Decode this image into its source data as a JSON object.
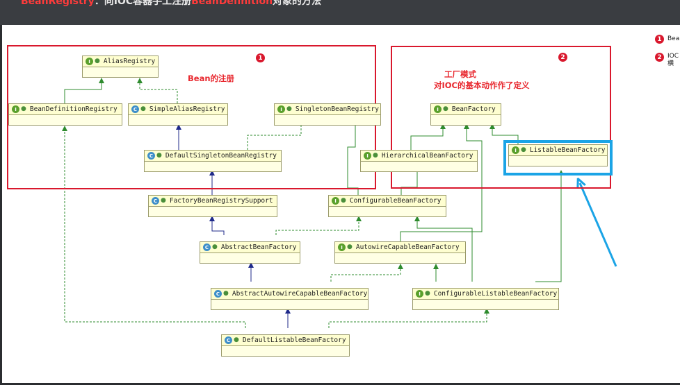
{
  "header": {
    "text_part1": "BeanRegistry",
    "text_part2": "：向IOC容器手工注册",
    "text_part3": "BeanDefinition",
    "text_part4": "对象的方法"
  },
  "colors": {
    "accent_red": "#d9182d",
    "highlight_blue": "#1ba4e6",
    "interface_icon": "#5aa02c",
    "class_icon": "#3d8ec9"
  },
  "icons": {
    "interface": "I",
    "class": "C",
    "visibility": "public-visibility-icon"
  },
  "groups": {
    "group1": {
      "badge": "1",
      "label": "Bean的注册"
    },
    "group2": {
      "badge": "2",
      "label_line1": "工厂模式",
      "label_line2": "对IOC的基本动作作了定义"
    }
  },
  "legend": [
    {
      "badge": "1",
      "text": "Bea"
    },
    {
      "badge": "2",
      "text_line1": "IOC",
      "text_line2": "横"
    }
  ],
  "nodes": {
    "alias_registry": {
      "kind": "I",
      "name": "AliasRegistry"
    },
    "bean_definition_registry": {
      "kind": "I",
      "name": "BeanDefinitionRegistry"
    },
    "simple_alias_registry": {
      "kind": "C",
      "name": "SimpleAliasRegistry"
    },
    "singleton_bean_registry": {
      "kind": "I",
      "name": "SingletonBeanRegistry"
    },
    "default_singleton_bean_registry": {
      "kind": "C",
      "name": "DefaultSingletonBeanRegistry"
    },
    "bean_factory": {
      "kind": "I",
      "name": "BeanFactory"
    },
    "hierarchical_bean_factory": {
      "kind": "I",
      "name": "HierarchicalBeanFactory"
    },
    "listable_bean_factory": {
      "kind": "I",
      "name": "ListableBeanFactory"
    },
    "factory_bean_registry_support": {
      "kind": "C",
      "name": "FactoryBeanRegistrySupport"
    },
    "configurable_bean_factory": {
      "kind": "I",
      "name": "ConfigurableBeanFactory"
    },
    "abstract_bean_factory": {
      "kind": "C",
      "name": "AbstractBeanFactory"
    },
    "autowire_capable_bean_factory": {
      "kind": "I",
      "name": "AutowireCapableBeanFactory"
    },
    "abstract_autowire_capable_bean_factory": {
      "kind": "C",
      "name": "AbstractAutowireCapableBeanFactory"
    },
    "configurable_listable_bean_factory": {
      "kind": "I",
      "name": "ConfigurableListableBeanFactory"
    },
    "default_listable_bean_factory": {
      "kind": "C",
      "name": "DefaultListableBeanFactory"
    }
  }
}
